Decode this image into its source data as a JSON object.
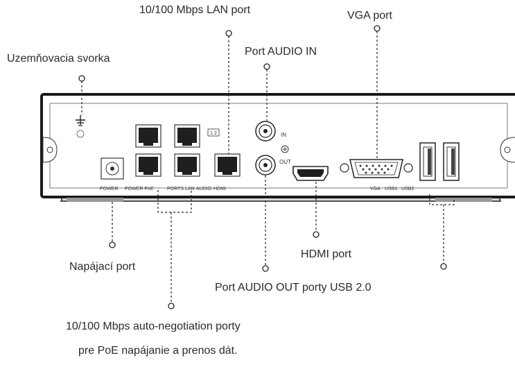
{
  "callouts": {
    "lan_port": "10/100 Mbps LAN port",
    "vga_port": "VGA port",
    "grounding": "Uzemňovacia svorka",
    "audio_in": "Port AUDIO IN",
    "power_port": "Napájací port",
    "hdmi_port": "HDMI port",
    "audio_out_usb": "Port AUDIO OUT porty USB 2.0",
    "poe_line1": "10/100 Mbps auto-negotiation porty",
    "poe_line2": "pre PoE napájanie a prenos dát."
  },
  "panel_labels": {
    "power": "POWER",
    "power_poe": "POWER PoE",
    "ports": "PORTS",
    "lan": "LAN",
    "audio": "AUDIO",
    "hdmi": "HDMI",
    "in": "IN",
    "out": "OUT",
    "vga": "VGA",
    "usb1": "USB1",
    "usb2": "USB2",
    "port_group_marker": "1 2"
  }
}
